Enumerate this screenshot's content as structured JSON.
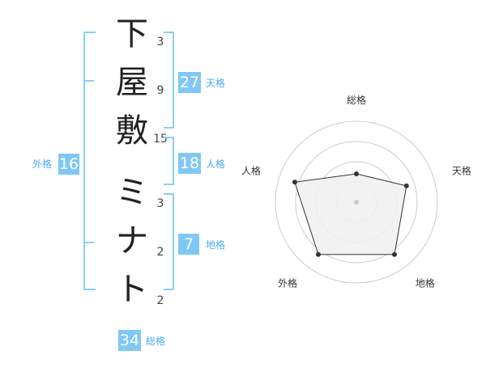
{
  "name_chars": [
    {
      "char": "下",
      "strokes": "3"
    },
    {
      "char": "屋",
      "strokes": "9"
    },
    {
      "char": "敷",
      "strokes": "15"
    },
    {
      "char": "ミ",
      "strokes": "3"
    },
    {
      "char": "ナ",
      "strokes": "2"
    },
    {
      "char": "ト",
      "strokes": "2"
    }
  ],
  "scores": {
    "tenkaku": {
      "value": "27",
      "label": "天格"
    },
    "jinkaku": {
      "value": "18",
      "label": "人格"
    },
    "chikaku": {
      "value": "7",
      "label": "地格"
    },
    "gaikaku": {
      "value": "16",
      "label": "外格"
    },
    "soukaku": {
      "value": "34",
      "label": "総格"
    }
  },
  "chart_data": {
    "type": "radar",
    "axes": [
      "総格",
      "天格",
      "地格",
      "外格",
      "人格"
    ],
    "values": [
      0.35,
      0.65,
      0.8,
      0.8,
      0.8
    ],
    "max": 1,
    "rings": 4,
    "colors": {
      "fill": "#f0f0f0",
      "line": "#333333",
      "grid": "#cccccc",
      "center": "#cccccc"
    }
  },
  "colors": {
    "accent": "#7fc8f5",
    "label": "#4aaaf0",
    "bracket": "#8ccdf5"
  }
}
